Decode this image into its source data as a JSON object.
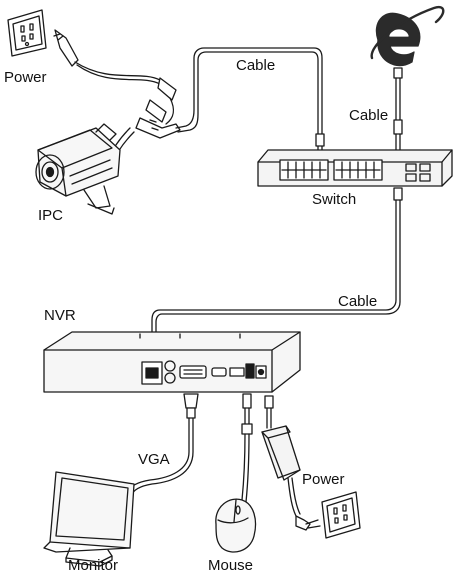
{
  "labels": {
    "power_top": "Power",
    "ipc": "IPC",
    "cable_top": "Cable",
    "cable_right": "Cable",
    "switch": "Switch",
    "cable_mid": "Cable",
    "nvr": "NVR",
    "vga": "VGA",
    "power_bottom": "Power",
    "monitor": "Monitor",
    "mouse": "Mouse"
  },
  "icons": {
    "internet": "internet-explorer-logo",
    "outlet": "wall-outlet-icon",
    "camera": "bullet-camera-icon",
    "switch": "network-switch-icon",
    "nvr": "nvr-recorder-icon",
    "monitor": "monitor-icon",
    "mouse": "mouse-icon",
    "adapter": "power-adapter-icon"
  },
  "colors": {
    "line": "#1a1a1a",
    "logo": "#2b2b2b"
  }
}
